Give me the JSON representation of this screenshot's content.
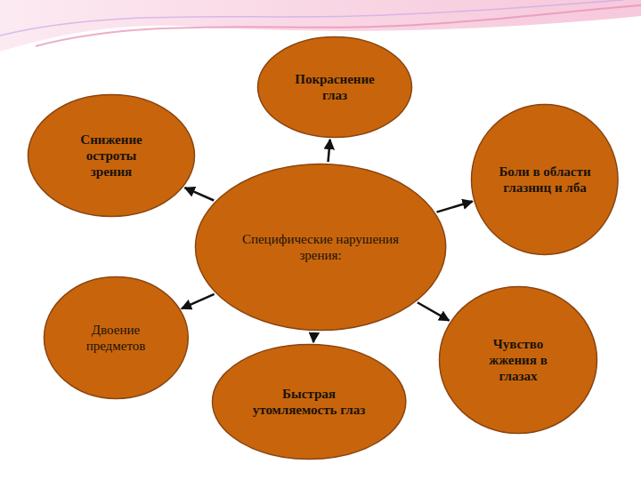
{
  "diagram": {
    "nodes": [
      {
        "text": [
          "Покраснение глаз"
        ]
      },
      {
        "text": [
          "Снижение остроты зрения"
        ]
      },
      {
        "text": [
          "Боли в области глазниц и лба"
        ]
      },
      {
        "text": [
          "Специфические нарушения зрения:"
        ]
      },
      {
        "text": [
          "Двоение предметов"
        ]
      },
      {
        "text": [
          "Быстрая утомляемость глаз"
        ]
      },
      {
        "text": [
          "Чувство жжения в глазах"
        ]
      }
    ],
    "edges": [
      {
        "from": 3,
        "to": 0,
        "arrow": "to"
      },
      {
        "from": 3,
        "to": 1,
        "arrow": "to"
      },
      {
        "from": 3,
        "to": 2,
        "arrow": "to"
      },
      {
        "from": 3,
        "to": 4,
        "arrow": "to"
      },
      {
        "from": 3,
        "to": 5,
        "arrow": "to"
      },
      {
        "from": 3,
        "to": 6,
        "arrow": "to"
      }
    ]
  }
}
